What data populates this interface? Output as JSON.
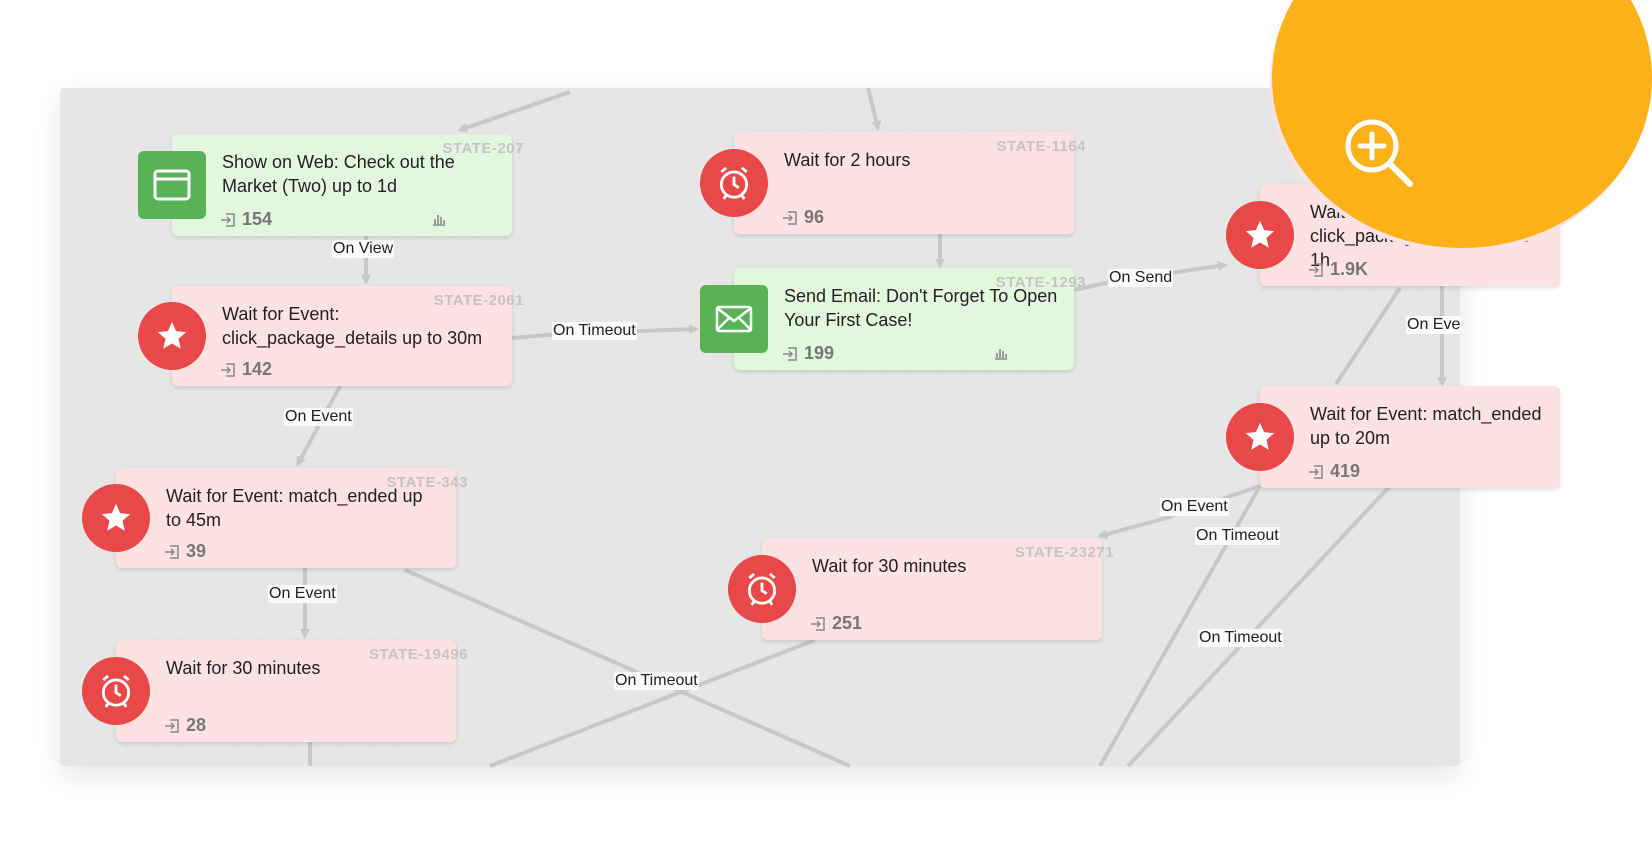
{
  "nodes": [
    {
      "id": "n207",
      "state": "STATE-207",
      "title": "Show on Web: Check out the Market (Two) up to 1d",
      "count": "154",
      "kind": "web",
      "color": "green",
      "stats": true
    },
    {
      "id": "n2061",
      "state": "STATE-2061",
      "title": "Wait for Event: click_package_details up to 30m",
      "count": "142",
      "kind": "star",
      "color": "pink",
      "stats": false
    },
    {
      "id": "n343",
      "state": "STATE-343",
      "title": "Wait for Event: match_ended up to 45m",
      "count": "39",
      "kind": "star",
      "color": "pink",
      "stats": false
    },
    {
      "id": "n19496",
      "state": "STATE-19496",
      "title": "Wait for 30 minutes",
      "count": "28",
      "kind": "clock",
      "color": "pink",
      "stats": false
    },
    {
      "id": "n1164",
      "state": "STATE-1164",
      "title": "Wait for 2 hours",
      "count": "96",
      "kind": "clock",
      "color": "pink",
      "stats": false
    },
    {
      "id": "n1293",
      "state": "STATE-1293",
      "title": "Send Email: Don't Forget To Open Your First Case!",
      "count": "199",
      "kind": "email",
      "color": "green",
      "stats": true
    },
    {
      "id": "n23271",
      "state": "STATE-23271",
      "title": "Wait for 30 minutes",
      "count": "251",
      "kind": "clock",
      "color": "pink",
      "stats": false
    },
    {
      "id": "nR1",
      "state": "",
      "title": "Wait for Event: click_package_details up to 1h",
      "count": "1.9K",
      "kind": "star",
      "color": "pink",
      "stats": false
    },
    {
      "id": "nR2",
      "state": "",
      "title": "Wait for Event: match_ended up to 20m",
      "count": "419",
      "kind": "star",
      "color": "pink",
      "stats": false
    }
  ],
  "edge_labels": {
    "on_view": "On View",
    "on_timeout_1": "On Timeout",
    "on_send": "On Send",
    "on_event_1": "On Event",
    "on_event_2": "On Event",
    "on_event_3": "On Event",
    "on_event_right": "On Eve",
    "on_timeout_2": "On Timeout",
    "on_timeout_3": "On Timeout",
    "on_timeout_4": "On Timeout"
  },
  "colors": {
    "node_pink": "#fde1e3",
    "node_green": "#e3f7df",
    "badge_red": "#e84848",
    "badge_green": "#58b356",
    "zoom_orange": "#fbb117",
    "edge_gray": "#c8c8c8"
  },
  "zoom": {
    "icon": "zoom-in-icon"
  }
}
